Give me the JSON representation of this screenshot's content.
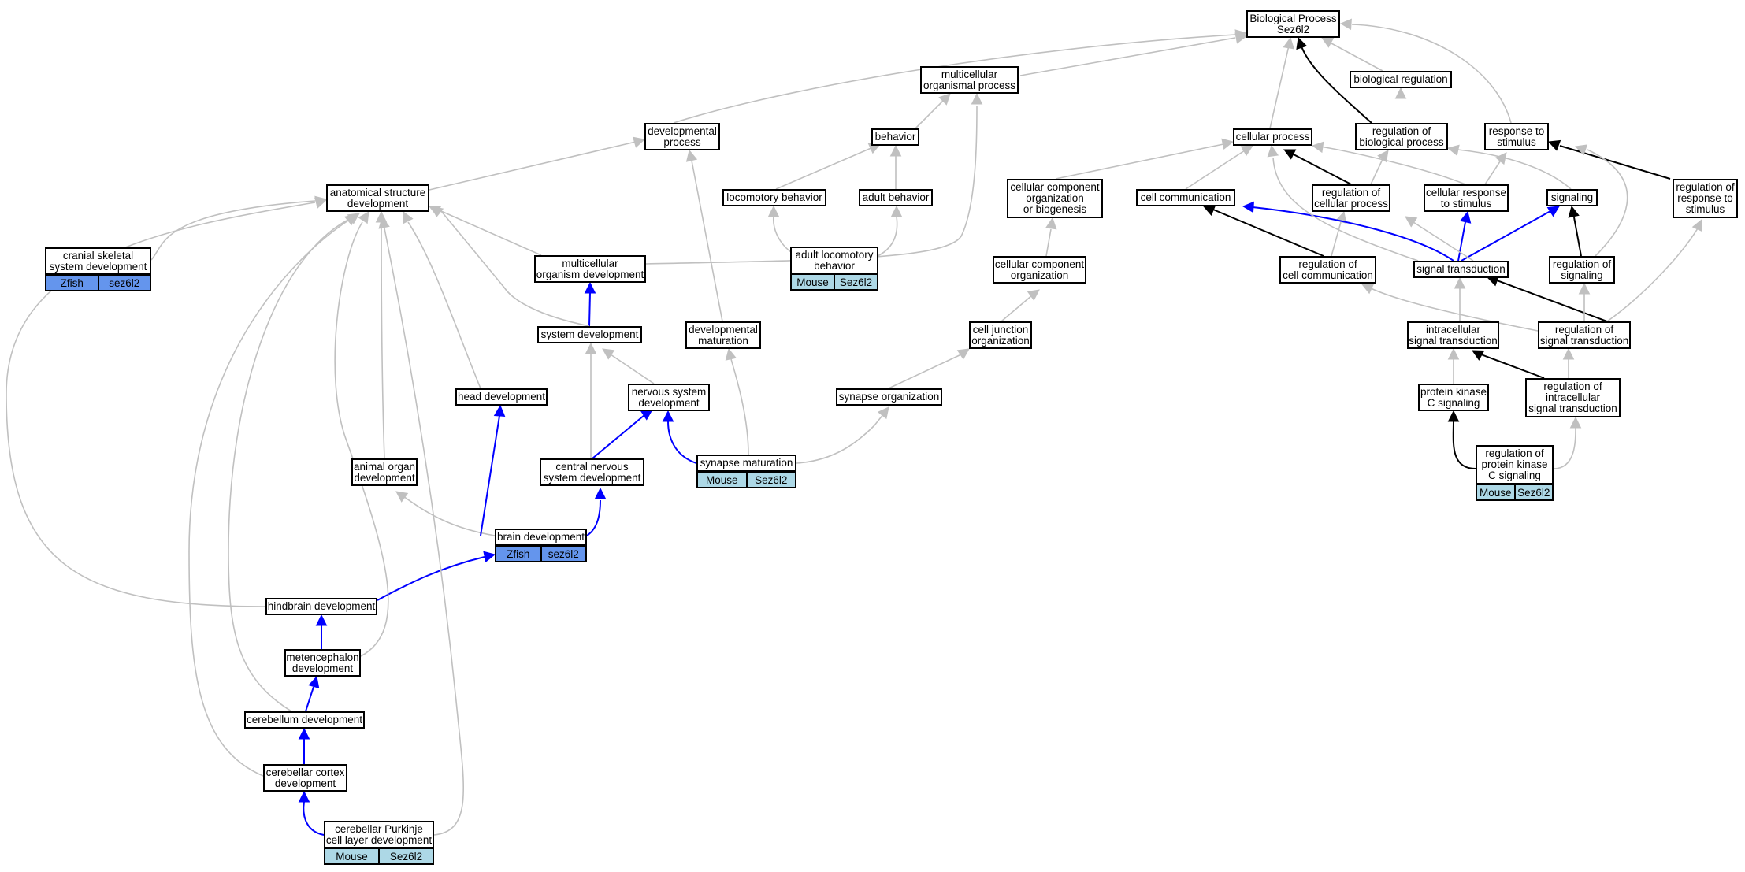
{
  "colors": {
    "gray": "#c0c0c0",
    "black": "#000000",
    "blue": "#0000ff",
    "zfish": "#6495ed",
    "mouse": "#add8e6"
  },
  "nodes": {
    "bp": "Biological Process\nSez6l2",
    "multicellular_organismal_process": "multicellular\norganismal process",
    "biological_regulation": "biological regulation",
    "developmental_process": "developmental\nprocess",
    "behavior": "behavior",
    "cellular_process": "cellular process",
    "regulation_of_biological_process": "regulation of\nbiological process",
    "response_to_stimulus": "response to\nstimulus",
    "anatomical_structure_development": "anatomical structure\ndevelopment",
    "locomotory_behavior": "locomotory behavior",
    "adult_behavior": "adult behavior",
    "ccob": "cellular component\norganization\nor biogenesis",
    "cell_communication": "cell communication",
    "regulation_of_cellular_process": "regulation of\ncellular process",
    "cellular_response_to_stimulus": "cellular response\nto stimulus",
    "signaling": "signaling",
    "regulation_of_response_to_stimulus": "regulation of\nresponse to\nstimulus",
    "cranial_skeletal": "cranial skeletal\nsystem development",
    "multicellular_organism_development": "multicellular\norganism development",
    "adult_locomotory_behavior": "adult locomotory\nbehavior",
    "cellular_component_organization": "cellular component\norganization",
    "regulation_of_cell_communication": "regulation of\ncell communication",
    "signal_transduction": "signal transduction",
    "regulation_of_signaling": "regulation of\nsignaling",
    "system_development": "system development",
    "developmental_maturation": "developmental\nmaturation",
    "cell_junction_organization": "cell junction\norganization",
    "intracellular_signal_transduction": "intracellular\nsignal transduction",
    "regulation_of_signal_transduction": "regulation of\nsignal transduction",
    "head_development": "head development",
    "nervous_system_development": "nervous system\ndevelopment",
    "synapse_organization": "synapse organization",
    "protein_kinase_c_signaling": "protein kinase\nC signaling",
    "regulation_of_intracellular_signal_transduction": "regulation of\nintracellular\nsignal transduction",
    "animal_organ_development": "animal organ\ndevelopment",
    "cns_development": "central nervous\nsystem development",
    "synapse_maturation": "synapse maturation",
    "regulation_of_pkc_signaling": "regulation of\nprotein kinase\nC signaling",
    "brain_development": "brain development",
    "hindbrain_development": "hindbrain development",
    "metencephalon_development": "metencephalon\ndevelopment",
    "cerebellum_development": "cerebellum development",
    "cerebellar_cortex_development": "cerebellar cortex\ndevelopment",
    "purkinje": "cerebellar Purkinje\ncell layer development"
  },
  "annotations": {
    "cranial_skeletal": {
      "species": "Zfish",
      "gene": "sez6l2"
    },
    "adult_locomotory_behavior": {
      "species": "Mouse",
      "gene": "Sez6l2"
    },
    "synapse_maturation": {
      "species": "Mouse",
      "gene": "Sez6l2"
    },
    "regulation_of_pkc_signaling": {
      "species": "Mouse",
      "gene": "Sez6l2"
    },
    "brain_development": {
      "species": "Zfish",
      "gene": "sez6l2"
    },
    "purkinje": {
      "species": "Mouse",
      "gene": "Sez6l2"
    }
  }
}
